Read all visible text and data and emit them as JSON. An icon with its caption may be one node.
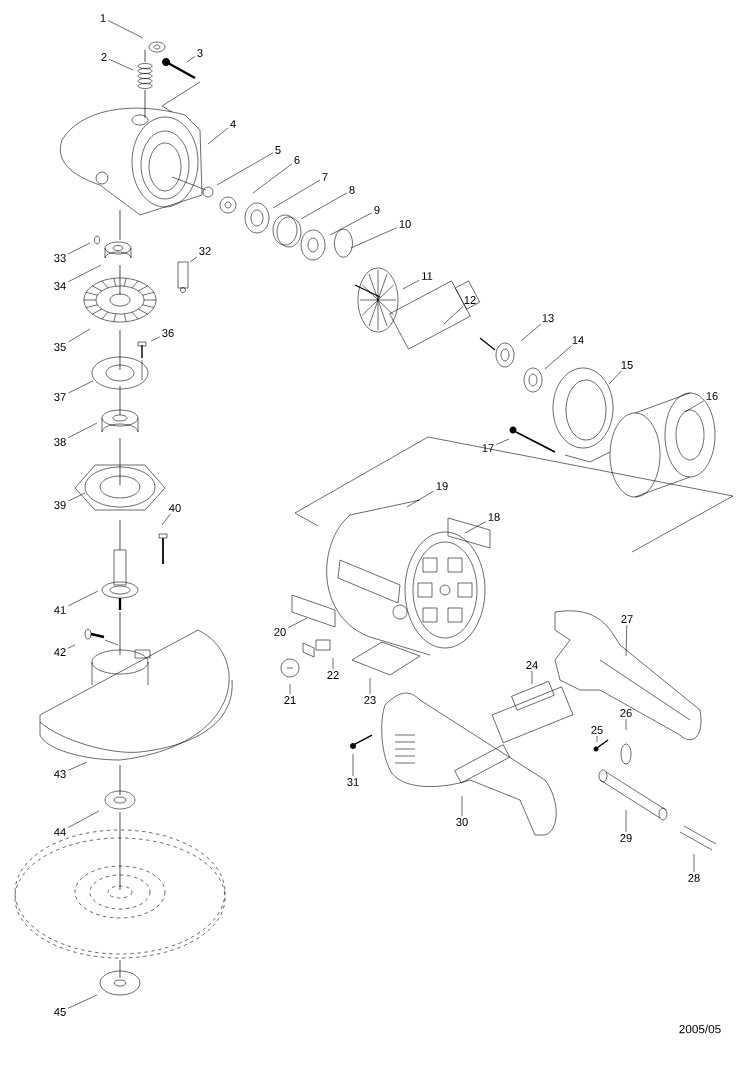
{
  "diagram": {
    "nodes": [
      {
        "text": [
          "1"
        ]
      },
      {
        "text": [
          "2"
        ]
      },
      {
        "text": [
          "3"
        ]
      },
      {
        "text": [
          "4"
        ]
      },
      {
        "text": [
          "5"
        ]
      },
      {
        "text": [
          "6"
        ]
      },
      {
        "text": [
          "7"
        ]
      },
      {
        "text": [
          "8"
        ]
      },
      {
        "text": [
          "9"
        ]
      },
      {
        "text": [
          "10"
        ]
      },
      {
        "text": [
          "11"
        ]
      },
      {
        "text": [
          "12"
        ]
      },
      {
        "text": [
          "13"
        ]
      },
      {
        "text": [
          "14"
        ]
      },
      {
        "text": [
          "15"
        ]
      },
      {
        "text": [
          "16"
        ]
      },
      {
        "text": [
          "17"
        ]
      },
      {
        "text": [
          "18"
        ]
      },
      {
        "text": [
          "19"
        ]
      },
      {
        "text": [
          "20"
        ]
      },
      {
        "text": [
          "21"
        ]
      },
      {
        "text": [
          "22"
        ]
      },
      {
        "text": [
          "23"
        ]
      },
      {
        "text": [
          "24"
        ]
      },
      {
        "text": [
          "25"
        ]
      },
      {
        "text": [
          "26"
        ]
      },
      {
        "text": [
          "27"
        ]
      },
      {
        "text": [
          "28"
        ]
      },
      {
        "text": [
          "29"
        ]
      },
      {
        "text": [
          "30"
        ]
      },
      {
        "text": [
          "31"
        ]
      },
      {
        "text": [
          "32"
        ]
      },
      {
        "text": [
          "33"
        ]
      },
      {
        "text": [
          "34"
        ]
      },
      {
        "text": [
          "35"
        ]
      },
      {
        "text": [
          "36"
        ]
      },
      {
        "text": [
          "37"
        ]
      },
      {
        "text": [
          "38"
        ]
      },
      {
        "text": [
          "39"
        ]
      },
      {
        "text": [
          "40"
        ]
      },
      {
        "text": [
          "41"
        ]
      },
      {
        "text": [
          "42"
        ]
      },
      {
        "text": [
          "43"
        ]
      },
      {
        "text": [
          "44"
        ]
      },
      {
        "text": [
          "45"
        ]
      }
    ],
    "edges": [
      {
        "from": 0,
        "to": null,
        "arrow": "none"
      },
      {
        "from": 1,
        "to": null,
        "arrow": "none"
      },
      {
        "from": 2,
        "to": null,
        "arrow": "none"
      },
      {
        "from": 3,
        "to": null,
        "arrow": "none"
      },
      {
        "from": 4,
        "to": null,
        "arrow": "none"
      },
      {
        "from": 5,
        "to": null,
        "arrow": "none"
      },
      {
        "from": 6,
        "to": null,
        "arrow": "none"
      },
      {
        "from": 7,
        "to": null,
        "arrow": "none"
      },
      {
        "from": 8,
        "to": null,
        "arrow": "none"
      },
      {
        "from": 9,
        "to": null,
        "arrow": "none"
      },
      {
        "from": 10,
        "to": null,
        "arrow": "none"
      },
      {
        "from": 11,
        "to": null,
        "arrow": "none"
      },
      {
        "from": 12,
        "to": null,
        "arrow": "none"
      },
      {
        "from": 13,
        "to": null,
        "arrow": "none"
      },
      {
        "from": 14,
        "to": null,
        "arrow": "none"
      },
      {
        "from": 15,
        "to": null,
        "arrow": "none"
      },
      {
        "from": 16,
        "to": null,
        "arrow": "none"
      },
      {
        "from": 17,
        "to": null,
        "arrow": "none"
      },
      {
        "from": 18,
        "to": null,
        "arrow": "none"
      },
      {
        "from": 19,
        "to": null,
        "arrow": "none"
      },
      {
        "from": 20,
        "to": null,
        "arrow": "none"
      },
      {
        "from": 21,
        "to": null,
        "arrow": "none"
      },
      {
        "from": 22,
        "to": null,
        "arrow": "none"
      },
      {
        "from": 23,
        "to": null,
        "arrow": "none"
      },
      {
        "from": 24,
        "to": null,
        "arrow": "none"
      },
      {
        "from": 25,
        "to": null,
        "arrow": "none"
      },
      {
        "from": 26,
        "to": null,
        "arrow": "none"
      },
      {
        "from": 27,
        "to": null,
        "arrow": "none"
      },
      {
        "from": 28,
        "to": null,
        "arrow": "none"
      },
      {
        "from": 29,
        "to": null,
        "arrow": "none"
      },
      {
        "from": 30,
        "to": null,
        "arrow": "none"
      },
      {
        "from": 31,
        "to": null,
        "arrow": "none"
      },
      {
        "from": 32,
        "to": null,
        "arrow": "none"
      },
      {
        "from": 33,
        "to": null,
        "arrow": "none"
      },
      {
        "from": 34,
        "to": null,
        "arrow": "none"
      },
      {
        "from": 35,
        "to": null,
        "arrow": "none"
      },
      {
        "from": 36,
        "to": null,
        "arrow": "none"
      },
      {
        "from": 37,
        "to": null,
        "arrow": "none"
      },
      {
        "from": 38,
        "to": null,
        "arrow": "none"
      },
      {
        "from": 39,
        "to": null,
        "arrow": "none"
      },
      {
        "from": 40,
        "to": null,
        "arrow": "none"
      },
      {
        "from": 41,
        "to": null,
        "arrow": "none"
      },
      {
        "from": 42,
        "to": null,
        "arrow": "none"
      },
      {
        "from": 43,
        "to": null,
        "arrow": "none"
      },
      {
        "from": 44,
        "to": null,
        "arrow": "none"
      }
    ],
    "labels": [
      "2005/05"
    ]
  }
}
